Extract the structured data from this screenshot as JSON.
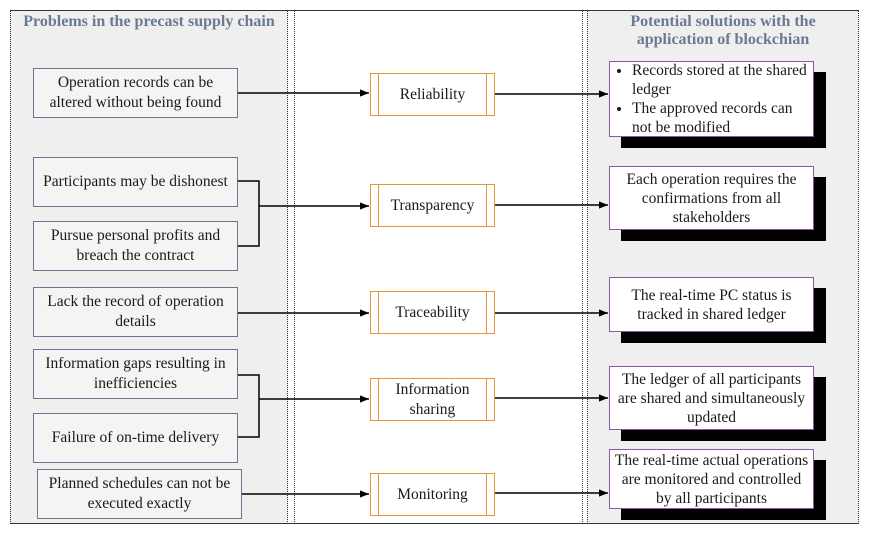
{
  "headers": {
    "problems": "Problems in the precast supply chain",
    "solutions": "Potential solutions with the application of blockchian"
  },
  "problems": [
    "Operation records can be altered without being found",
    "Participants may be dishonest",
    "Pursue personal profits and breach the contract",
    "Lack the record of operation details",
    "Information gaps resulting in inefficiencies",
    "Failure of on-time delivery",
    "Planned schedules can not be executed exactly"
  ],
  "criteria": [
    "Reliability",
    "Transparency",
    "Traceability",
    "Information sharing",
    "Monitoring"
  ],
  "solutions": [
    [
      "Records stored at the shared ledger",
      "The approved records can not be modified"
    ],
    "Each operation requires the confirmations from all stakeholders",
    "The real-time PC status is tracked in shared ledger",
    "The ledger of all participants are shared and simultaneously updated",
    "The real-time actual operations are monitored and controlled by all participants"
  ],
  "colors": {
    "panel_background": "#efefef",
    "header_text": "#6b7a93",
    "problem_border": "#6a7590",
    "criterion_border": "#e89638",
    "solution_border": "#8a5aa0",
    "solution_shadow": "#000000"
  }
}
